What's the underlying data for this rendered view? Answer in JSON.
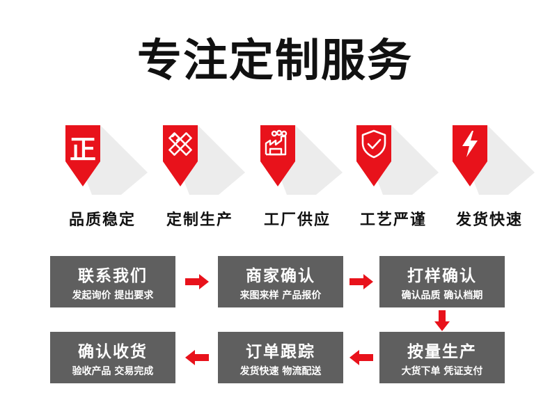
{
  "title": "专注定制服务",
  "colors": {
    "accent": "#e8121b",
    "box_bg": "#5f5f5f",
    "text": "#111111"
  },
  "features": [
    {
      "glyph": "正",
      "icon": "zheng-character-icon",
      "label": "品质稳定"
    },
    {
      "icon": "ruler-pencil-icon",
      "label": "定制生产"
    },
    {
      "icon": "factory-icon",
      "label": "工厂供应"
    },
    {
      "icon": "shield-check-icon",
      "label": "工艺严谨"
    },
    {
      "icon": "lightning-icon",
      "label": "发货快速"
    }
  ],
  "steps": [
    {
      "title": "联系我们",
      "subtitle": "发起询价 提出要求"
    },
    {
      "title": "商家确认",
      "subtitle": "来图来样  产品报价"
    },
    {
      "title": "打样确认",
      "subtitle": "确认品质 确认档期"
    },
    {
      "title": "按量生产",
      "subtitle": "大货下单 凭证支付"
    },
    {
      "title": "订单跟踪",
      "subtitle": "发货快速 物流配送"
    },
    {
      "title": "确认收货",
      "subtitle": "验收产品 交易完成"
    }
  ]
}
